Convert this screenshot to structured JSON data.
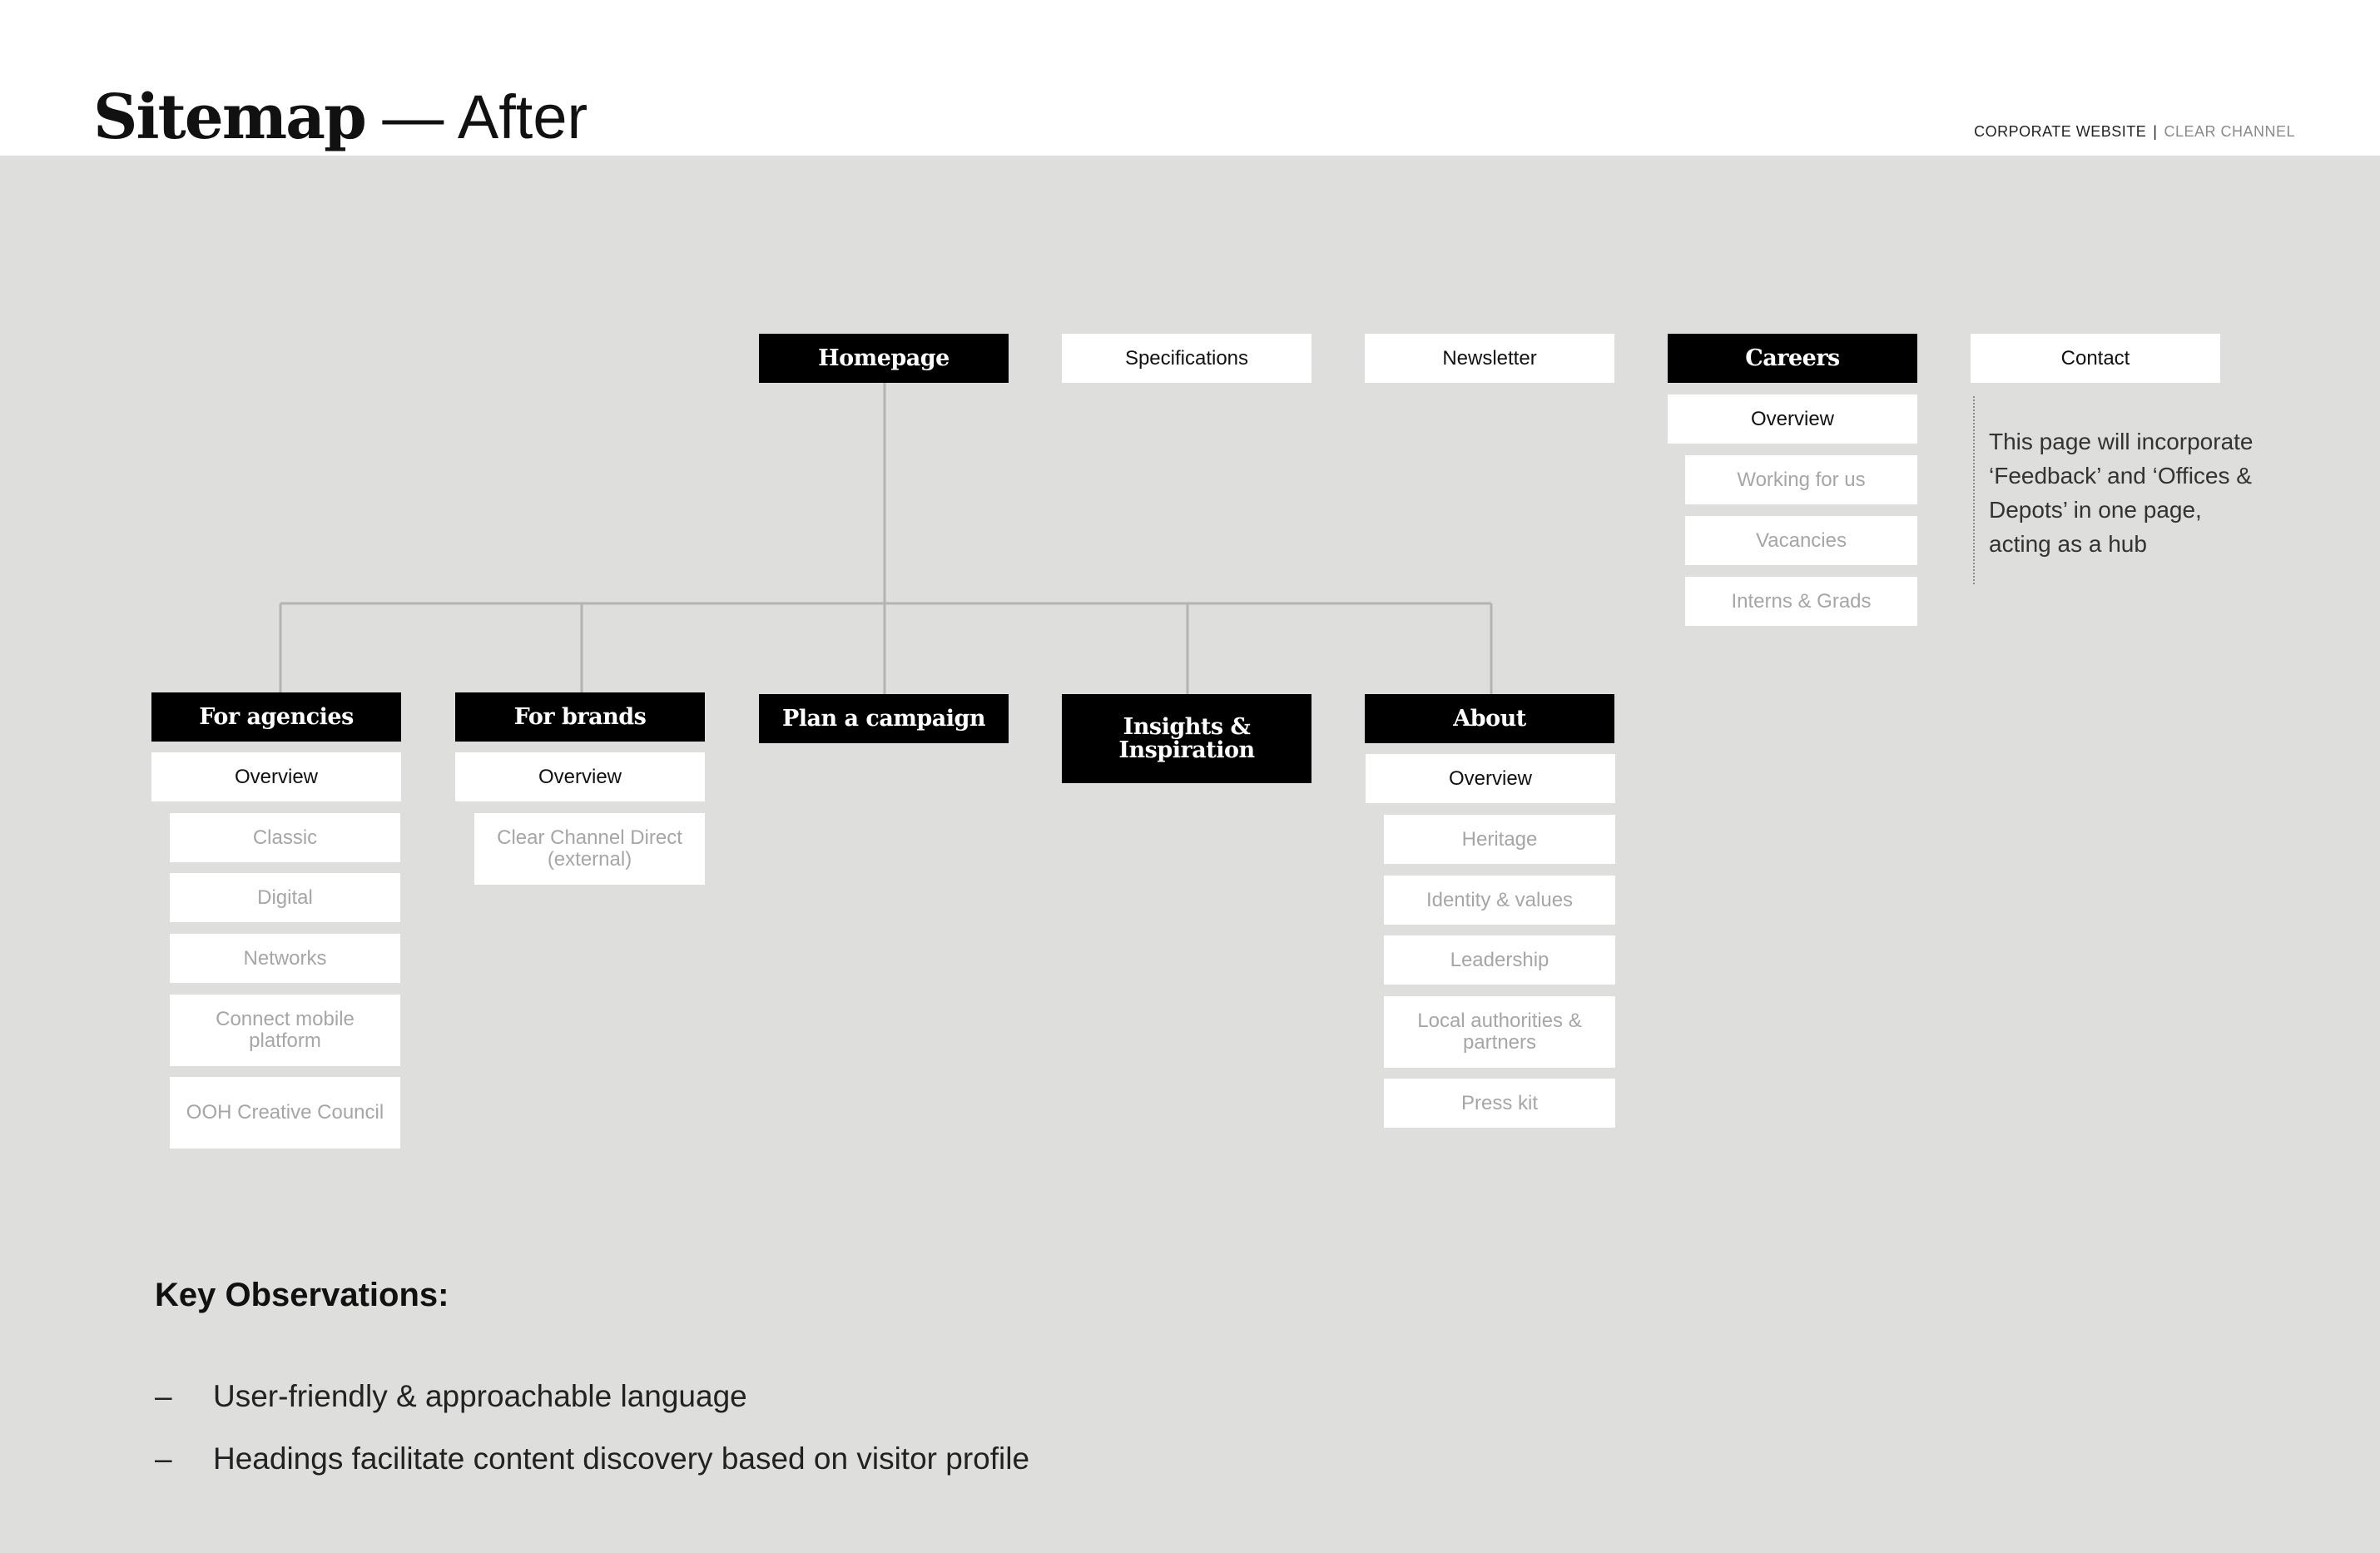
{
  "header": {
    "title_bold": "Sitemap",
    "title_rest": "— After",
    "corner_primary": "CORPORATE WEBSITE",
    "corner_separator": "|",
    "corner_secondary": "CLEAR CHANNEL"
  },
  "top_nodes": {
    "homepage": "Homepage",
    "specifications": "Specifications",
    "newsletter": "Newsletter",
    "careers": "Careers",
    "contact": "Contact"
  },
  "careers": {
    "overview": "Overview",
    "items": [
      "Working for us",
      "Vacancies",
      "Interns & Grads"
    ]
  },
  "contact_note": "This page will incorporate ‘Feedback’ and ‘Offices & Depots’ in one page, acting as a hub",
  "sections": {
    "agencies": {
      "label": "For agencies",
      "overview": "Overview",
      "items": [
        "Classic",
        "Digital",
        "Networks",
        "Connect mobile platform",
        "OOH Creative Council"
      ]
    },
    "brands": {
      "label": "For brands",
      "overview": "Overview",
      "items": [
        "Clear Channel Direct (external)"
      ]
    },
    "plan": {
      "label": "Plan a campaign"
    },
    "insights": {
      "label": "Insights & Inspiration"
    },
    "about": {
      "label": "About",
      "overview": "Overview",
      "items": [
        "Heritage",
        "Identity & values",
        "Leadership",
        "Local authorities & partners",
        "Press kit"
      ]
    }
  },
  "observations": {
    "heading": "Key Observations:",
    "bullet": "–",
    "items": [
      "User-friendly & approachable language",
      "Headings facilitate content discovery based on visitor profile"
    ]
  },
  "colors": {
    "background": "#dededc",
    "header": "#ffffff",
    "primary_node": "#000000",
    "page_node": "#ffffff",
    "subpage_text": "#a6a6a6",
    "connector": "#b4b4b4"
  }
}
